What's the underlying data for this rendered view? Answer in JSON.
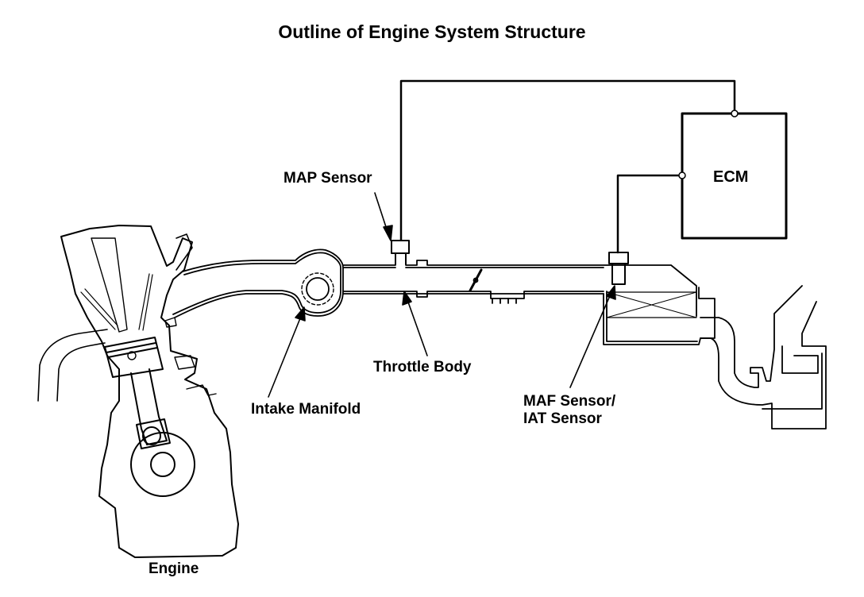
{
  "title": "Outline of Engine System Structure",
  "labels": {
    "map_sensor": "MAP Sensor",
    "ecm": "ECM",
    "intake_manifold": "Intake Manifold",
    "throttle_body": "Throttle Body",
    "maf_sensor_line1": "MAF Sensor/",
    "maf_sensor_line2": "IAT Sensor",
    "engine": "Engine"
  },
  "colors": {
    "line": "#000000",
    "background": "#ffffff"
  }
}
